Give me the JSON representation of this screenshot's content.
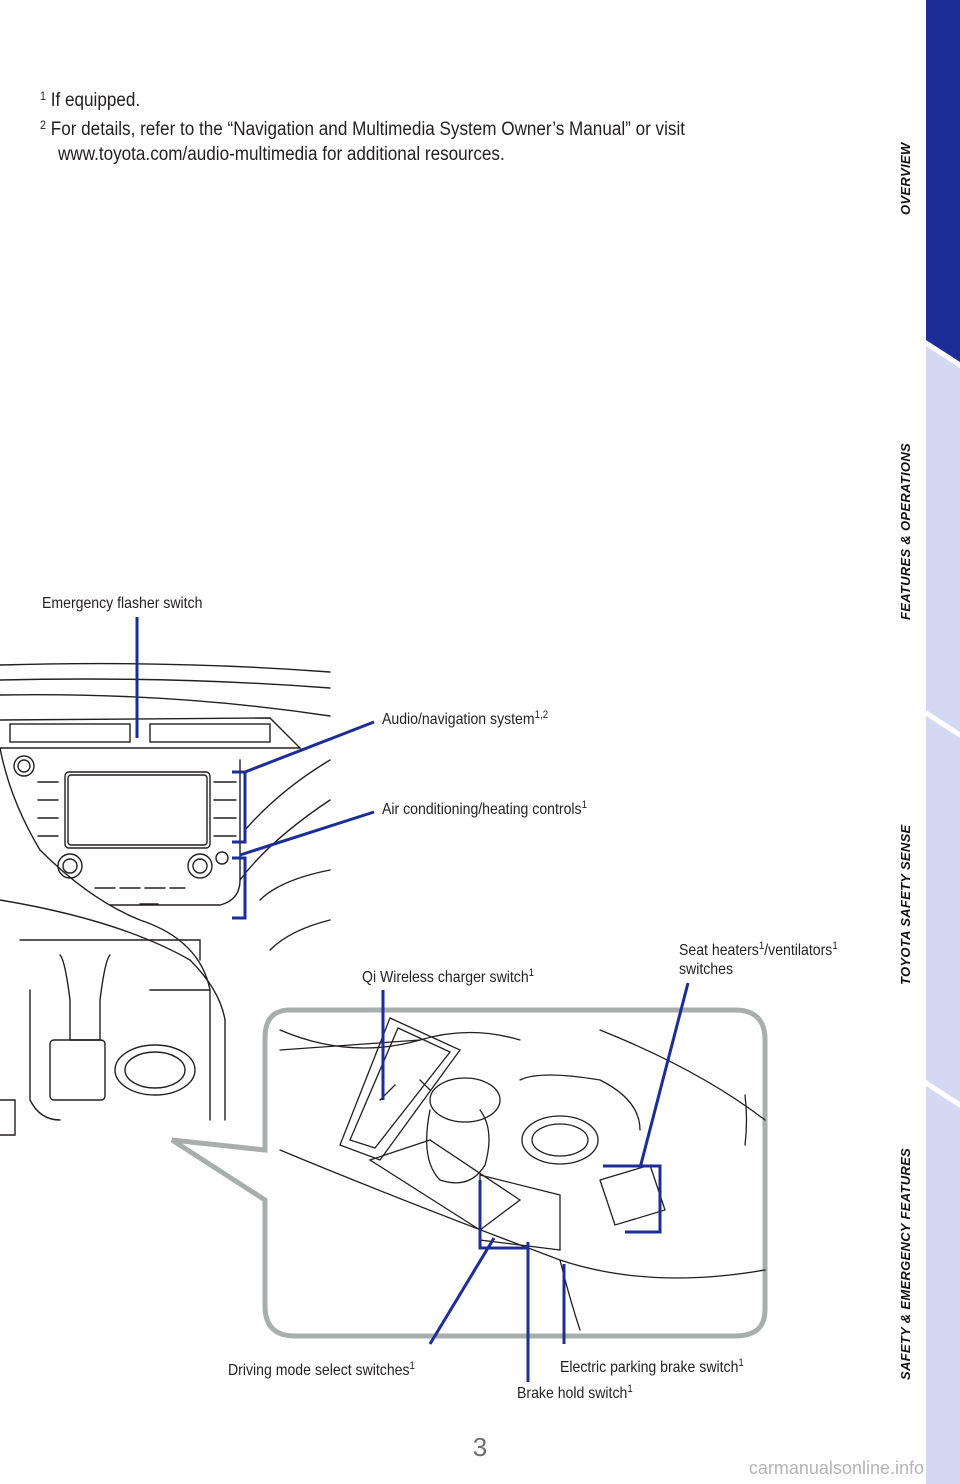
{
  "footnotes": {
    "note1_marker": "1",
    "note1_text": "If equipped.",
    "note2_marker": "2",
    "note2_line1": "For details, refer to the “Navigation and Multimedia System Owner’s Manual” or visit",
    "note2_line2": "www.toyota.com/audio-multimedia for additional resources."
  },
  "sidebar": {
    "tabs": [
      {
        "label": "OVERVIEW",
        "color": "#1c2d97"
      },
      {
        "label": "FEATURES & OPERATIONS",
        "color": "#d4d9f3"
      },
      {
        "label": "TOYOTA SAFETY SENSE",
        "color": "#d4d9f3"
      },
      {
        "label": "SAFETY & EMERGENCY FEATURES",
        "color": "#d4d9f3"
      }
    ]
  },
  "callouts": {
    "emergency_flasher": "Emergency flasher switch",
    "audio_nav": "Audio/navigation system",
    "audio_nav_sup": "1,2",
    "air_conditioning": "Air conditioning/heating controls",
    "air_conditioning_sup": "1",
    "qi_wireless": "Qi Wireless charger switch",
    "qi_wireless_sup": "1",
    "seat_heaters_a": "Seat heaters",
    "seat_heaters_sup1": "1",
    "seat_heaters_b": "/ventilators",
    "seat_heaters_sup2": "1",
    "seat_heaters_line2": "switches",
    "driving_mode": "Driving mode select switches",
    "driving_mode_sup": "1",
    "electric_parking": "Electric parking brake switch",
    "electric_parking_sup": "1",
    "brake_hold": "Brake hold switch",
    "brake_hold_sup": "1"
  },
  "colors": {
    "leader_line": "#1c2d97",
    "tab_active": "#1c2d97",
    "tab_inactive": "#d4d9f3",
    "inset_border": "#a7aeac"
  },
  "page_number": "3",
  "watermark": "carmanualsonline.info"
}
